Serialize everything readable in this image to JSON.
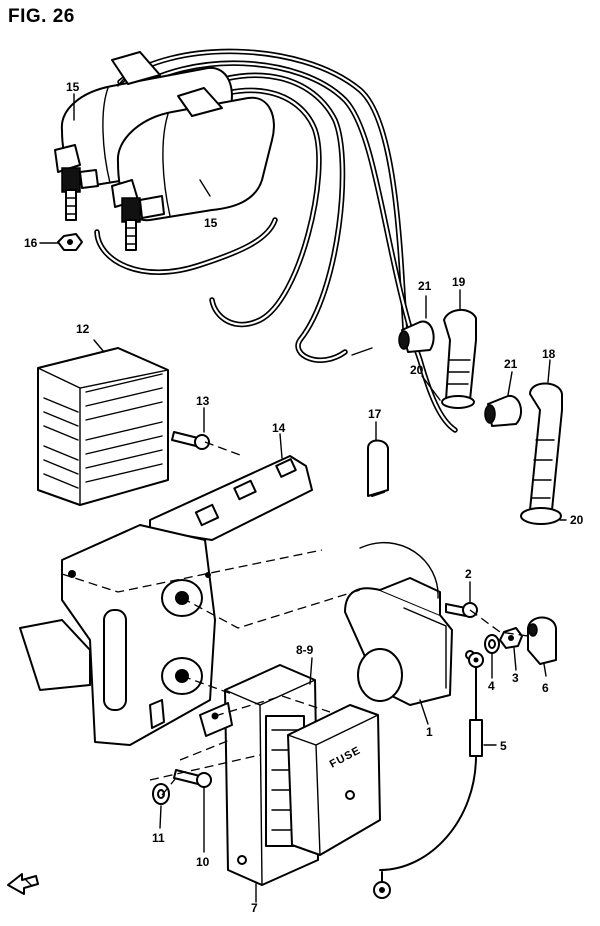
{
  "figure": {
    "title": "FIG. 26"
  },
  "callouts": [
    {
      "id": "c15a",
      "label": "15"
    },
    {
      "id": "c15b",
      "label": "15"
    },
    {
      "id": "c16",
      "label": "16"
    },
    {
      "id": "c21a",
      "label": "21"
    },
    {
      "id": "c19",
      "label": "19"
    },
    {
      "id": "c20a",
      "label": "20"
    },
    {
      "id": "c21b",
      "label": "21"
    },
    {
      "id": "c18",
      "label": "18"
    },
    {
      "id": "c17",
      "label": "17"
    },
    {
      "id": "c20b",
      "label": "20"
    },
    {
      "id": "c12",
      "label": "12"
    },
    {
      "id": "c13",
      "label": "13"
    },
    {
      "id": "c14",
      "label": "14"
    },
    {
      "id": "c2",
      "label": "2"
    },
    {
      "id": "c8_9",
      "label": "8-9"
    },
    {
      "id": "c6",
      "label": "6"
    },
    {
      "id": "c4",
      "label": "4"
    },
    {
      "id": "c3",
      "label": "3"
    },
    {
      "id": "c1",
      "label": "1"
    },
    {
      "id": "c5",
      "label": "5"
    },
    {
      "id": "c11",
      "label": "11"
    },
    {
      "id": "c10",
      "label": "10"
    },
    {
      "id": "c7",
      "label": "7"
    }
  ],
  "fuse_box": {
    "cover_text": "FUSE"
  }
}
